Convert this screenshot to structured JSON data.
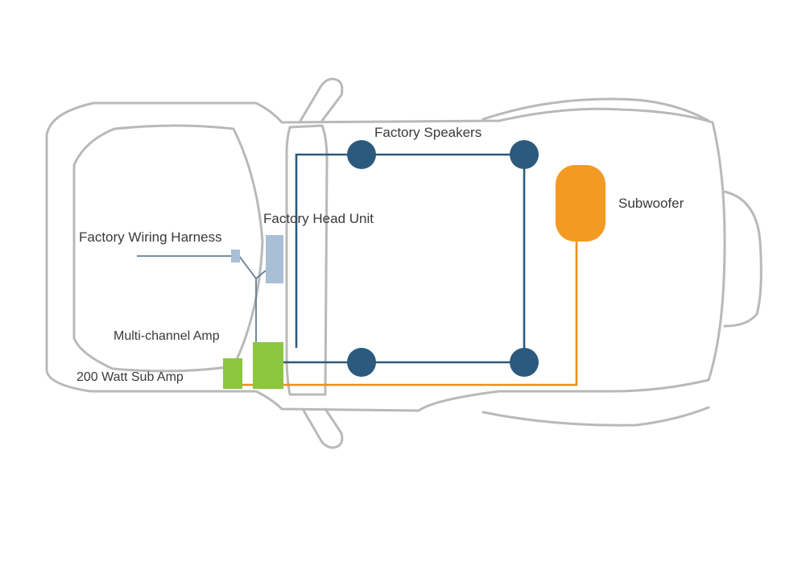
{
  "diagram": {
    "labels": {
      "factory_speakers": "Factory Speakers",
      "subwoofer": "Subwoofer",
      "factory_head_unit": "Factory Head Unit",
      "factory_wiring_harness": "Factory Wiring Harness",
      "multi_channel_amp": "Multi-channel Amp",
      "sub_amp": "200 Watt Sub Amp"
    },
    "colors": {
      "vehicle_outline": "#b9b9b9",
      "speaker": "#2b5a7e",
      "speaker_wire": "#2b5a7e",
      "subwoofer": "#f39a24",
      "subwoofer_wire": "#f08c1e",
      "amplifier": "#8cc63f",
      "head_unit": "#a9bfd6",
      "harness_connector": "#a9bfd6"
    }
  }
}
